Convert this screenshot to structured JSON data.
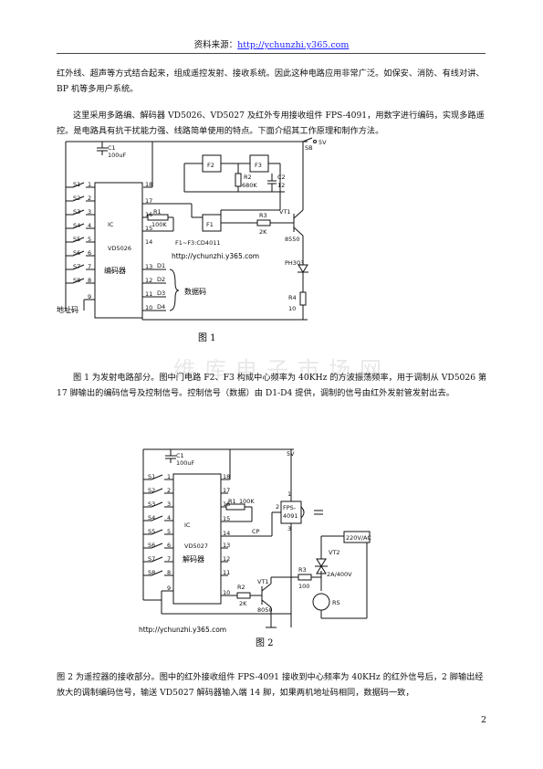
{
  "header": {
    "prefix": "资料来源：",
    "link": "http://ychunzhi.y365.com"
  },
  "para1": "红外线、超声等方式结合起来，组成遥控发射、接收系统。因此这种电路应用非常广泛。如保安、消防、有线对讲、BP 机等多用户系统。",
  "para2": "这里采用多路编、解码器 VD5026、VD5027 及红外专用接收组件 FPS-4091，用数字进行编码，实现多路遥控。是电路具有抗干扰能力强、线路简单使用的特点。下面介绍其工作原理和制作方法。",
  "fig1": {
    "caption": "图  1",
    "c1": "C1",
    "c1v": "100uF",
    "sb": "SB",
    "v5": "5V",
    "f2": "F2",
    "f3": "F3",
    "f1": "F1",
    "r2": "R2",
    "r2v": "680K",
    "c2": "C2",
    "c2v": "12",
    "r1": "R1",
    "r1v": "100K",
    "r3": "R3",
    "r3v": "2K",
    "vt1": "VT1",
    "q": "8550",
    "ic": "IC",
    "chip": "VD5026",
    "name": "编码器",
    "note": "F1~F3:CD4011",
    "url": "http://ychunzhi.y365.com",
    "led": "PH303",
    "r4": "R4",
    "r4v": "10",
    "datalabel": "数据码",
    "addr": "地址码",
    "switches": [
      "S1",
      "S2",
      "S3",
      "S4",
      "S5",
      "S6",
      "S7",
      "S8"
    ],
    "leftpins": [
      "1",
      "2",
      "3",
      "4",
      "5",
      "6",
      "7",
      "8",
      "9"
    ],
    "rightpins": [
      "18",
      "17",
      "16",
      "15",
      "14",
      "13",
      "12",
      "11",
      "10"
    ],
    "dlabels": [
      "D1",
      "D2",
      "D3",
      "D4"
    ]
  },
  "para3": "图 1 为发射电路部分。图中门电路 F2、F3 构成中心频率为 40KHz 的方波振荡频率，用于调制从 VD5026 第 17 脚输出的编码信号及控制信号。控制信号（数据）由 D1-D4 提供，调制的信号由红外发射管发射出去。",
  "fig2": {
    "caption": "图  2",
    "c1": "C1",
    "c1v": "100uF",
    "v5": "5V",
    "ic": "IC",
    "chip": "VD5027",
    "name": "解码器",
    "r1": "R1",
    "r1v": "100K",
    "cp": "CP",
    "fps": "FPS-",
    "fpsn": "4091",
    "p1": "1",
    "p2": "2",
    "p3": "3",
    "r2": "R2",
    "r2v": "2K",
    "vt1": "VT1",
    "q": "8050",
    "r3": "R3",
    "r3v": "100",
    "vt2": "VT2",
    "triac": "2A/400V",
    "ac": "220V/AC",
    "rs": "RS",
    "url": "http://ychunzhi.y365.com",
    "switches": [
      "S1",
      "S2",
      "S3",
      "S4",
      "S5",
      "S6",
      "S7",
      "S8"
    ],
    "leftpins": [
      "1",
      "2",
      "3",
      "4",
      "5",
      "6",
      "7",
      "8",
      "9"
    ],
    "rightpins": [
      "18",
      "17",
      "16",
      "15",
      "14",
      "13",
      "12",
      "11",
      "10"
    ]
  },
  "para4": "图 2 为遥控器的接收部分。图中的红外接收组件 FPS-4091 接收到中心频率为 40KHz 的红外信号后，2 脚输出经放大的调制编码信号，输送 VD5027 解码器输入端 14 脚，如果两机地址码相同，数据码一致，",
  "watermark": "维库电子市场网",
  "page_number": "2"
}
